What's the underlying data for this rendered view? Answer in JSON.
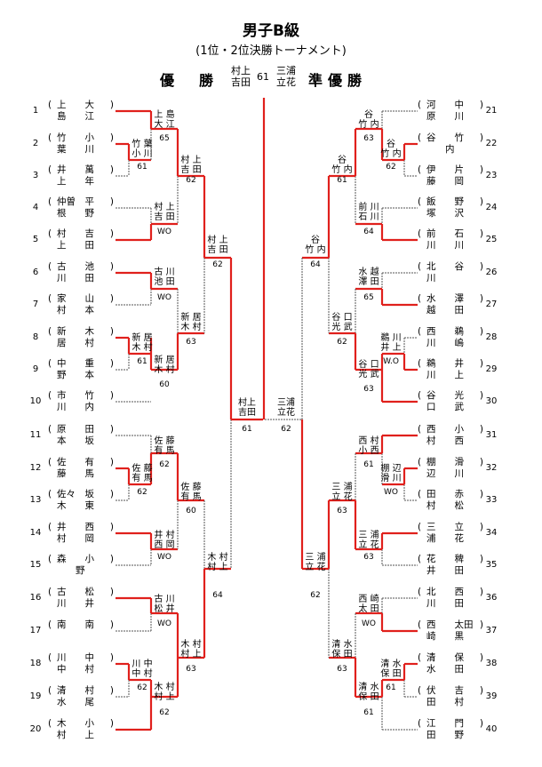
{
  "title": "男子B級",
  "subtitle": "(1位・2位決勝トーナメント)",
  "final": {
    "champion_label": "優　勝",
    "runnerup_label": "準優勝",
    "champion": [
      "村上",
      "吉田"
    ],
    "runnerup": [
      "三浦",
      "立花"
    ],
    "score": "61"
  },
  "players": [
    {
      "n": "1",
      "a": "上　　大",
      "b": "島　　江"
    },
    {
      "n": "2",
      "a": "竹　　小",
      "b": "葉　　川"
    },
    {
      "n": "3",
      "a": "井　　萬",
      "b": "上　　年"
    },
    {
      "n": "4",
      "a": "仲曽　平",
      "b": "根　　野"
    },
    {
      "n": "5",
      "a": "村　　吉",
      "b": "上　　田"
    },
    {
      "n": "6",
      "a": "古　　池",
      "b": "川　　田"
    },
    {
      "n": "7",
      "a": "家　　山",
      "b": "村　　本"
    },
    {
      "n": "8",
      "a": "新　　木",
      "b": "居　　村"
    },
    {
      "n": "9",
      "a": "中　　重",
      "b": "野　　本"
    },
    {
      "n": "10",
      "a": "市　　竹",
      "b": "川　　内"
    },
    {
      "n": "11",
      "a": "原　　田",
      "b": "本　　坂"
    },
    {
      "n": "12",
      "a": "佐　　有",
      "b": "藤　　馬"
    },
    {
      "n": "13",
      "a": "佐々　坂",
      "b": "木　　東"
    },
    {
      "n": "14",
      "a": "井　　西",
      "b": "村　　岡"
    },
    {
      "n": "15",
      "a": "森　　小",
      "b": "　　野"
    },
    {
      "n": "16",
      "a": "古　　松",
      "b": "川　　井"
    },
    {
      "n": "17",
      "a": "南　　南",
      "b": ""
    },
    {
      "n": "18",
      "a": "川　　中",
      "b": "中　　村"
    },
    {
      "n": "19",
      "a": "清　　村",
      "b": "水　　尾"
    },
    {
      "n": "20",
      "a": "木　　小",
      "b": "村　　上"
    },
    {
      "n": "21",
      "a": "河　　中",
      "b": "原　　川"
    },
    {
      "n": "22",
      "a": "谷　　竹",
      "b": "　　内"
    },
    {
      "n": "23",
      "a": "伊　　片",
      "b": "藤　　岡"
    },
    {
      "n": "24",
      "a": "飯　　野",
      "b": "塚　　沢"
    },
    {
      "n": "25",
      "a": "前　　石",
      "b": "川　　川"
    },
    {
      "n": "26",
      "a": "北　　谷",
      "b": "川　　"
    },
    {
      "n": "27",
      "a": "水　　澤",
      "b": "越　　田"
    },
    {
      "n": "28",
      "a": "西　　鵜",
      "b": "川　　嶋"
    },
    {
      "n": "29",
      "a": "鵜　　井",
      "b": "川　　上"
    },
    {
      "n": "30",
      "a": "谷　　光",
      "b": "口　　武"
    },
    {
      "n": "31",
      "a": "西　　小",
      "b": "村　　西"
    },
    {
      "n": "32",
      "a": "棚　　滑",
      "b": "辺　　川"
    },
    {
      "n": "33",
      "a": "田　　赤",
      "b": "村　　松"
    },
    {
      "n": "34",
      "a": "三　　立",
      "b": "浦　　花"
    },
    {
      "n": "35",
      "a": "花　　稗",
      "b": "井　　田"
    },
    {
      "n": "36",
      "a": "北　　西",
      "b": "川　　田"
    },
    {
      "n": "37",
      "a": "西　　太田",
      "b": "崎　　黒"
    },
    {
      "n": "38",
      "a": "清　　保",
      "b": "水　　田"
    },
    {
      "n": "39",
      "a": "伏　　吉",
      "b": "田　　村"
    },
    {
      "n": "40",
      "a": "江　　門",
      "b": "田　　野"
    }
  ],
  "winners": {
    "l1a": "上 島",
    "l1b": "大 江",
    "l1s": "65",
    "l2a": "竹 葉",
    "l2b": "小 川",
    "l2s": "61",
    "l3a": "村 上",
    "l3b": "吉 田",
    "l3s": "62",
    "l4a": "村 上",
    "l4b": "吉 田",
    "l4s": "WO",
    "l5a": "村 上",
    "l5b": "吉 田",
    "l5s": "62",
    "l6a": "古 川",
    "l6b": "池 田",
    "l6s": "WO",
    "l7a": "新 居",
    "l7b": "木 村",
    "l7s": "61",
    "l8a": "新 居",
    "l8b": "木 村",
    "l8s": "60",
    "l9a": "新 居",
    "l9b": "木 村",
    "l9s": "63",
    "l10a": "佐 藤",
    "l10b": "有 馬",
    "l10s": "62",
    "l11a": "佐 藤",
    "l11b": "有 馬",
    "l11s": "62",
    "l12a": "佐 藤",
    "l12b": "有 馬",
    "l12s": "60",
    "l13a": "井 村",
    "l13b": "西 岡",
    "l13s": "WO",
    "l14a": "古 川",
    "l14b": "松 井",
    "l14s": "WO",
    "l15a": "川 中",
    "l15b": "中 村",
    "l15s": "62",
    "l16a": "木 村",
    "l16b": "村 上",
    "l16s": "62",
    "l17a": "木 村",
    "l17b": "村 上",
    "l17s": "63",
    "l18a": "木 村",
    "l18b": "村 上",
    "l18s": "64",
    "l19a": "村上",
    "l19b": "吉田",
    "l19s": "61",
    "r1a": "谷",
    "r1b": "竹 内",
    "r1s": "63",
    "r2a": "谷",
    "r2b": "竹 内",
    "r2s": "62",
    "r3a": "谷",
    "r3b": "竹 内",
    "r3s": "61",
    "r4a": "前 川",
    "r4b": "石 川",
    "r4s": "64",
    "r5a": "谷",
    "r5b": "竹 内",
    "r5s": "64",
    "r6a": "水 越",
    "r6b": "澤 田",
    "r6s": "65",
    "r7a": "鵜 川",
    "r7b": "井 上",
    "r7s": "W.O",
    "r8a": "谷 口",
    "r8b": "光 武",
    "r8s": "62",
    "r9a": "谷 口",
    "r9b": "光 武",
    "r9s": "63",
    "r10a": "西 村",
    "r10b": "小 西",
    "r10s": "61",
    "r11a": "棚 辺",
    "r11b": "滑 川",
    "r11s": "WO",
    "r12a": "三 浦",
    "r12b": "立 花",
    "r12s": "63",
    "r13a": "三 浦",
    "r13b": "立 花",
    "r13s": "63",
    "r14a": "三 浦",
    "r14b": "立 花",
    "r14s": "62",
    "r15a": "西 崎",
    "r15b": "太 田",
    "r15s": "WO",
    "r16a": "清 水",
    "r16b": "保 田",
    "r16s": "61",
    "r17a": "清 水",
    "r17b": "保 田",
    "r17s": "63",
    "r18a": "清 水",
    "r18b": "保 田",
    "r18s": "61",
    "r19a": "三浦",
    "r19b": "立花",
    "r19s": "62"
  },
  "colors": {
    "winner_line": "#e0201c",
    "loser_line": "#555555"
  }
}
